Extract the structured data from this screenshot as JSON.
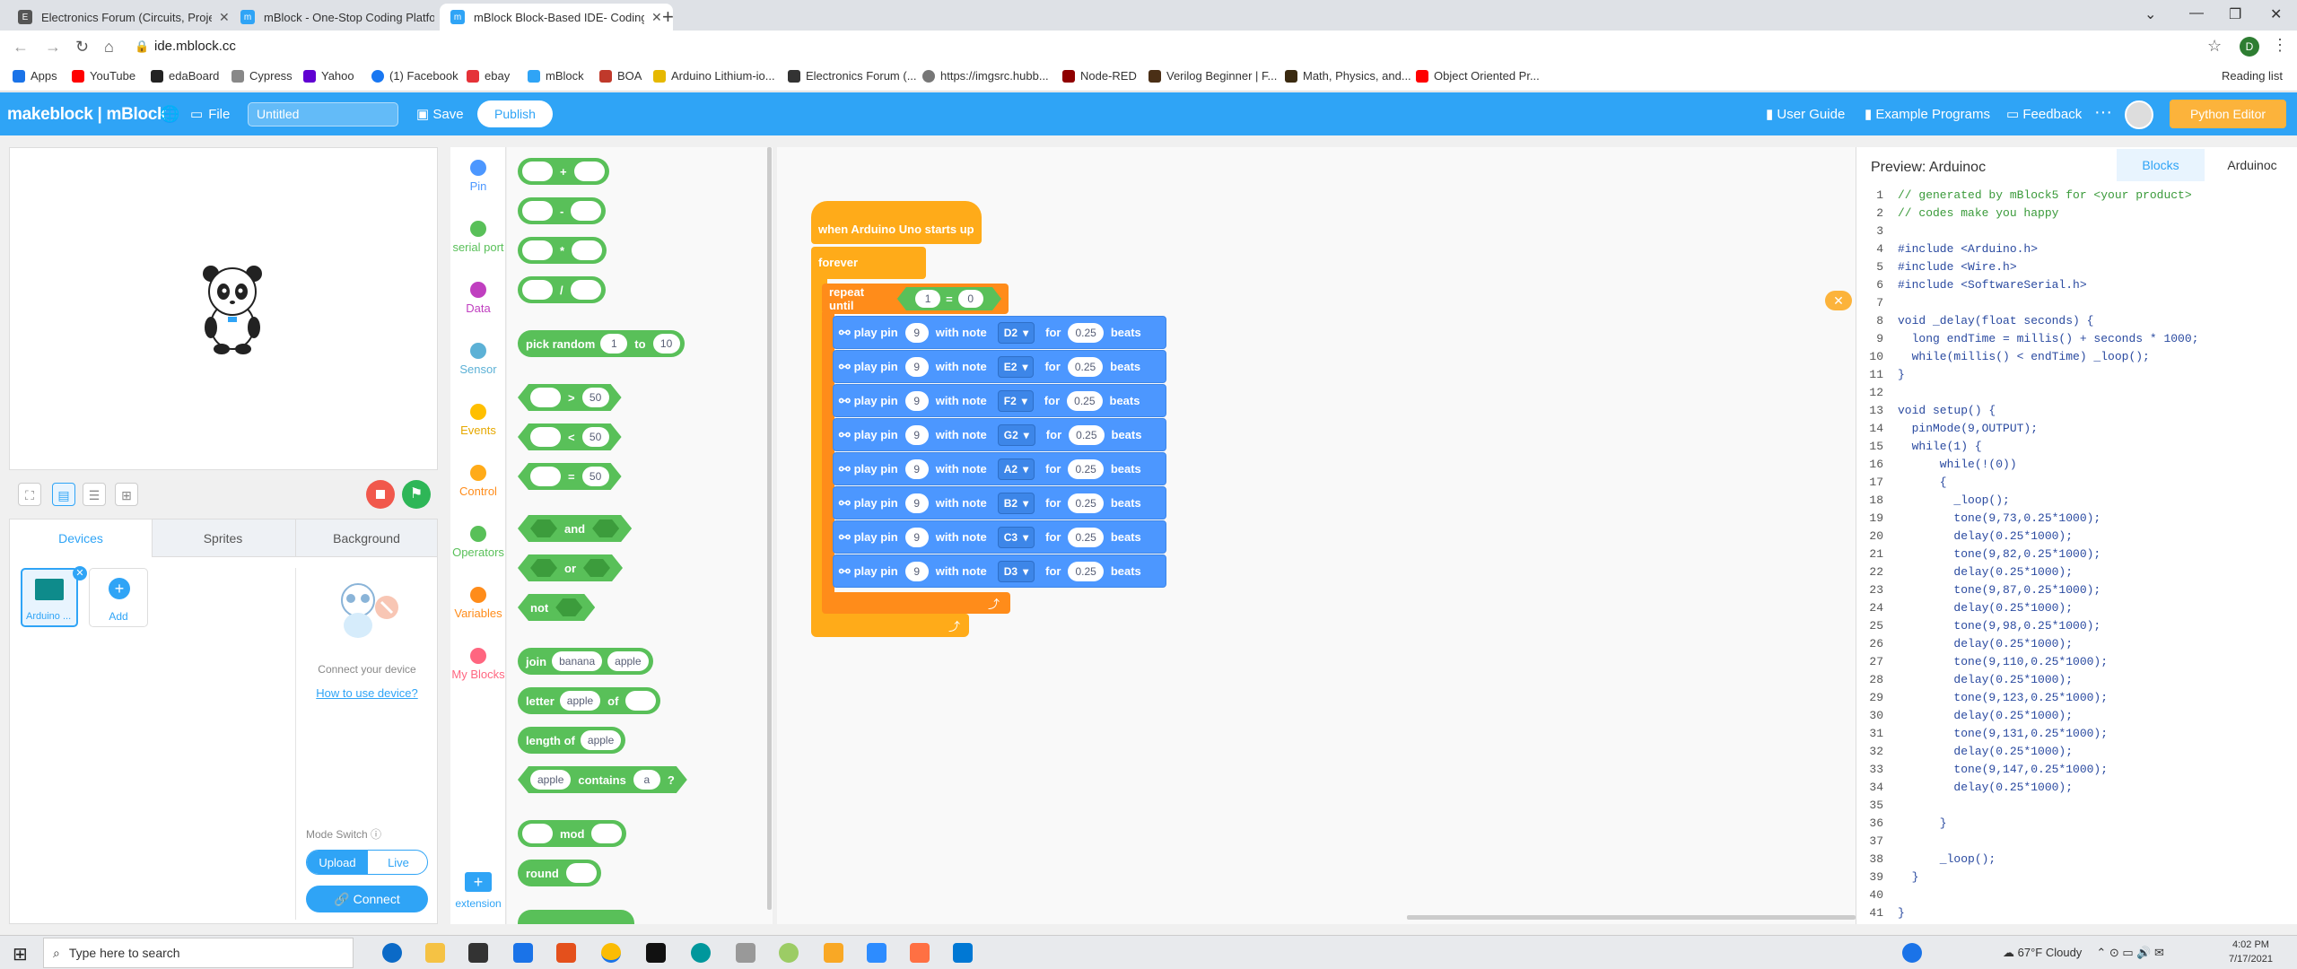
{
  "browser": {
    "tabs": [
      {
        "title": "Electronics Forum (Circuits, Proje",
        "active": false
      },
      {
        "title": "mBlock - One-Stop Coding Platfo",
        "active": false
      },
      {
        "title": "mBlock Block-Based IDE- Coding",
        "active": true
      }
    ],
    "url": "ide.mblock.cc",
    "bookmarks": [
      "Apps",
      "YouTube",
      "edaBoard",
      "Cypress",
      "Yahoo",
      "(1) Facebook",
      "ebay",
      "mBlock",
      "BOA",
      "Arduino Lithium-io...",
      "Electronics Forum (...",
      "https://imgsrc.hubb...",
      "Node-RED",
      "Verilog Beginner | F...",
      "Math, Physics, and...",
      "Object Oriented Pr..."
    ],
    "reading_list": "Reading list",
    "profile_initial": "D"
  },
  "header": {
    "logo": "makeblock | mBlock",
    "file": "File",
    "project_name": "Untitled",
    "save": "Save",
    "publish": "Publish",
    "user_guide": "User Guide",
    "example_programs": "Example Programs",
    "feedback": "Feedback",
    "more": "···",
    "python_editor": "Python Editor"
  },
  "panel": {
    "tabs": [
      "Devices",
      "Sprites",
      "Background"
    ],
    "device_label": "Arduino ...",
    "add_label": "Add",
    "connect_text": "Connect your device",
    "how_to_link": "How to use device?",
    "mode_switch_label": "Mode Switch ⓘ",
    "mode_upload": "Upload",
    "mode_live": "Live",
    "connect_button": "🔗 Connect"
  },
  "categories": [
    {
      "name": "Pin",
      "color": "#4c97ff"
    },
    {
      "name": "serial port",
      "color": "#59c059"
    },
    {
      "name": "Data",
      "color": "#c03fc0"
    },
    {
      "name": "Sensor",
      "color": "#5cb1d6"
    },
    {
      "name": "Events",
      "color": "#ffbf00"
    },
    {
      "name": "Control",
      "color": "#ffab19"
    },
    {
      "name": "Operators",
      "color": "#59c059"
    },
    {
      "name": "Variables",
      "color": "#ff8c1a"
    },
    {
      "name": "My Blocks",
      "color": "#ff6680"
    }
  ],
  "extension": "extension",
  "palette": {
    "plus": "+",
    "minus": "-",
    "times": "*",
    "divide": "/",
    "pick_random": "pick random",
    "pick_from": "1",
    "pick_to_word": "to",
    "pick_to": "10",
    "gt": ">",
    "lt": "<",
    "eq": "=",
    "cmp_value": "50",
    "and": "and",
    "or": "or",
    "not": "not",
    "join": "join",
    "join_a": "banana",
    "join_b": "apple",
    "letter": "letter",
    "letter_of_val": "apple",
    "of": "of",
    "length_of": "length of",
    "length_val": "apple",
    "contains_a": "apple",
    "contains": "contains",
    "contains_b": "a",
    "q": "?",
    "mod": "mod",
    "round": "round"
  },
  "script": {
    "hat": "when Arduino Uno starts up",
    "forever": "forever",
    "repeat_until": "repeat until",
    "cond_left": "1",
    "cond_op": "=",
    "cond_right": "0",
    "play_label": "play pin",
    "with_note": "with note",
    "for_label": "for",
    "beats": "beats",
    "plays": [
      {
        "pin": "9",
        "note": "D2",
        "beats": "0.25"
      },
      {
        "pin": "9",
        "note": "E2",
        "beats": "0.25"
      },
      {
        "pin": "9",
        "note": "F2",
        "beats": "0.25"
      },
      {
        "pin": "9",
        "note": "G2",
        "beats": "0.25"
      },
      {
        "pin": "9",
        "note": "A2",
        "beats": "0.25"
      },
      {
        "pin": "9",
        "note": "B2",
        "beats": "0.25"
      },
      {
        "pin": "9",
        "note": "C3",
        "beats": "0.25"
      },
      {
        "pin": "9",
        "note": "D3",
        "beats": "0.25"
      }
    ]
  },
  "preview": {
    "title": "Preview:  Arduinoc",
    "tab_blocks": "Blocks",
    "tab_arduinoc": "Arduinoc",
    "lines": [
      {
        "n": "1",
        "text": "// generated by mBlock5 for <your product>"
      },
      {
        "n": "2",
        "text": "// codes make you happy"
      },
      {
        "n": "3",
        "text": ""
      },
      {
        "n": "4",
        "text": "#include <Arduino.h>"
      },
      {
        "n": "5",
        "text": "#include <Wire.h>"
      },
      {
        "n": "6",
        "text": "#include <SoftwareSerial.h>"
      },
      {
        "n": "7",
        "text": ""
      },
      {
        "n": "8",
        "text": "void _delay(float seconds) {"
      },
      {
        "n": "9",
        "text": "  long endTime = millis() + seconds * 1000;"
      },
      {
        "n": "10",
        "text": "  while(millis() < endTime) _loop();"
      },
      {
        "n": "11",
        "text": "}"
      },
      {
        "n": "12",
        "text": ""
      },
      {
        "n": "13",
        "text": "void setup() {"
      },
      {
        "n": "14",
        "text": "  pinMode(9,OUTPUT);"
      },
      {
        "n": "15",
        "text": "  while(1) {"
      },
      {
        "n": "16",
        "text": "      while(!(0))"
      },
      {
        "n": "17",
        "text": "      {"
      },
      {
        "n": "18",
        "text": "        _loop();"
      },
      {
        "n": "19",
        "text": "        tone(9,73,0.25*1000);"
      },
      {
        "n": "20",
        "text": "        delay(0.25*1000);"
      },
      {
        "n": "21",
        "text": "        tone(9,82,0.25*1000);"
      },
      {
        "n": "22",
        "text": "        delay(0.25*1000);"
      },
      {
        "n": "23",
        "text": "        tone(9,87,0.25*1000);"
      },
      {
        "n": "24",
        "text": "        delay(0.25*1000);"
      },
      {
        "n": "25",
        "text": "        tone(9,98,0.25*1000);"
      },
      {
        "n": "26",
        "text": "        delay(0.25*1000);"
      },
      {
        "n": "27",
        "text": "        tone(9,110,0.25*1000);"
      },
      {
        "n": "28",
        "text": "        delay(0.25*1000);"
      },
      {
        "n": "29",
        "text": "        tone(9,123,0.25*1000);"
      },
      {
        "n": "30",
        "text": "        delay(0.25*1000);"
      },
      {
        "n": "31",
        "text": "        tone(9,131,0.25*1000);"
      },
      {
        "n": "32",
        "text": "        delay(0.25*1000);"
      },
      {
        "n": "33",
        "text": "        tone(9,147,0.25*1000);"
      },
      {
        "n": "34",
        "text": "        delay(0.25*1000);"
      },
      {
        "n": "35",
        "text": ""
      },
      {
        "n": "36",
        "text": "      }"
      },
      {
        "n": "37",
        "text": ""
      },
      {
        "n": "38",
        "text": "      _loop();"
      },
      {
        "n": "39",
        "text": "  }"
      },
      {
        "n": "40",
        "text": ""
      },
      {
        "n": "41",
        "text": "}"
      }
    ]
  },
  "taskbar": {
    "search_placeholder": "Type here to search",
    "weather": "67°F  Cloudy",
    "time": "4:02 PM",
    "date": "7/17/2021"
  }
}
